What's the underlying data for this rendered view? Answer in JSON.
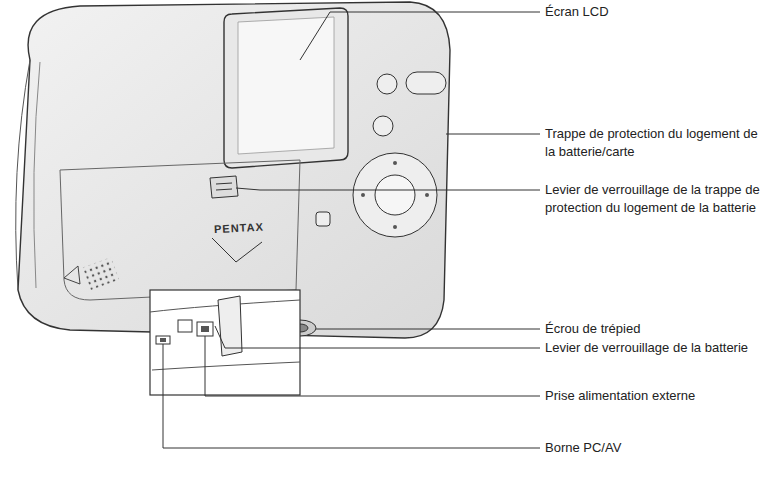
{
  "diagram": {
    "labels": [
      "Écran LCD",
      "Trappe de protection du logement de la batterie/carte",
      "Levier de verrouillage de la trappe de protection du logement de la batterie",
      "Écrou de trépied",
      "Levier de verrouillage de la batterie",
      "Prise alimentation externe",
      "Borne PC/AV",
      "PENTAX"
    ]
  }
}
